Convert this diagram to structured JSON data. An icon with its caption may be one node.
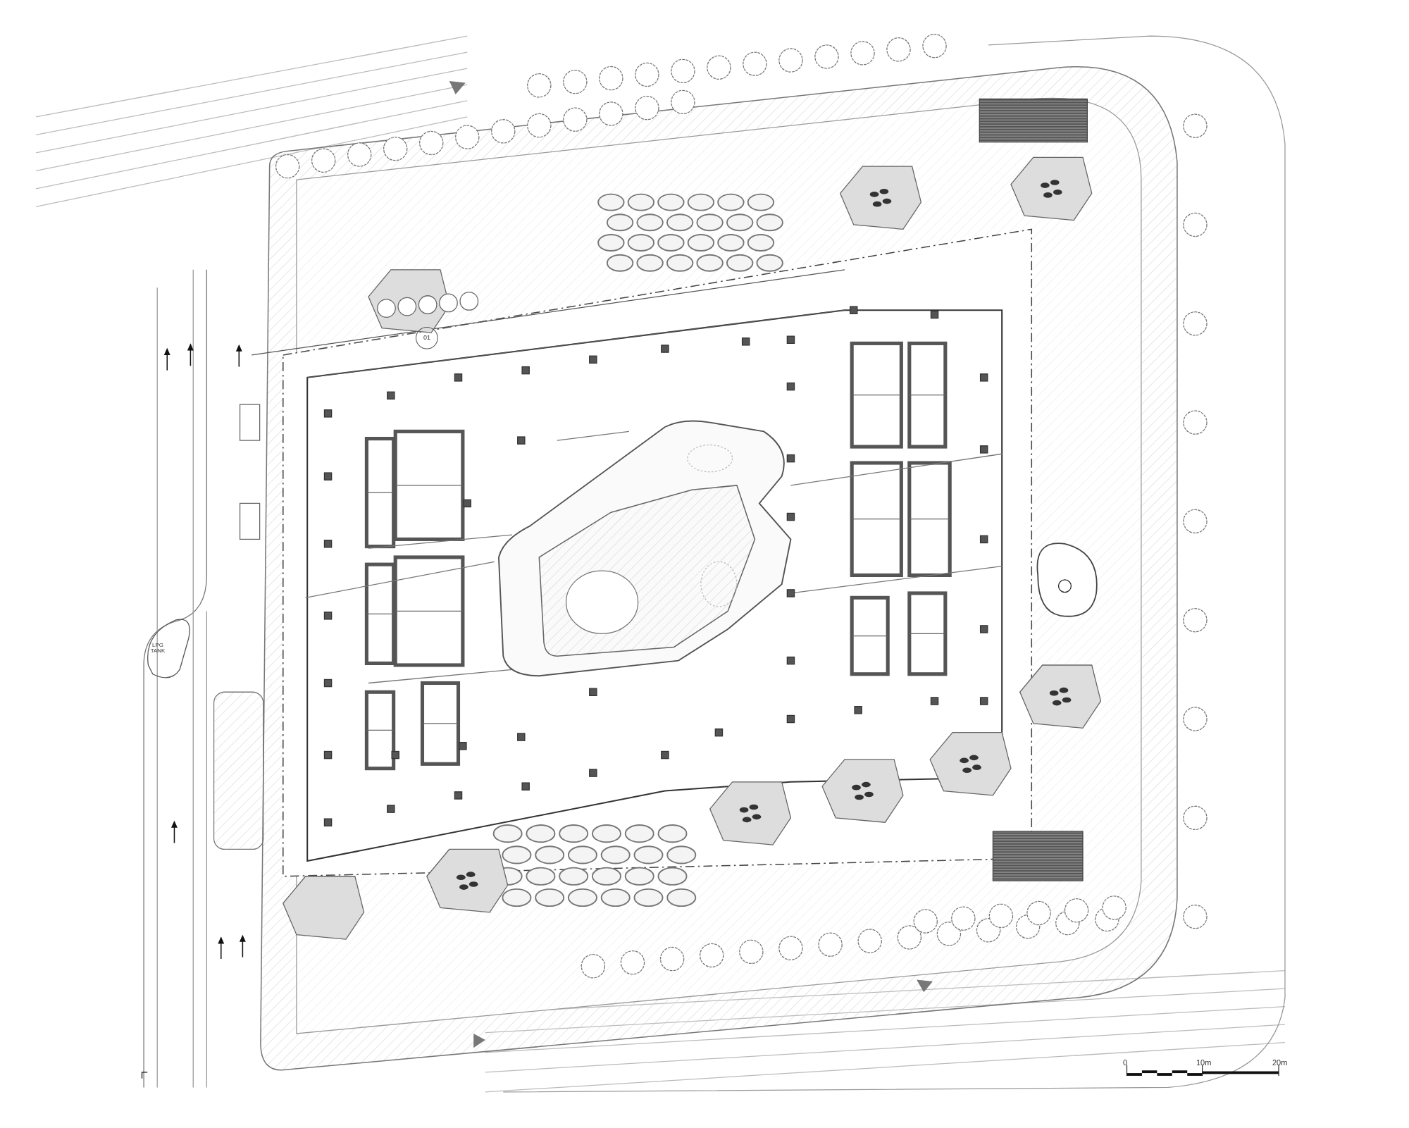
{
  "diagram": {
    "labels": [
      "01",
      "LPG TANK",
      "0",
      "10m",
      "20m"
    ]
  }
}
